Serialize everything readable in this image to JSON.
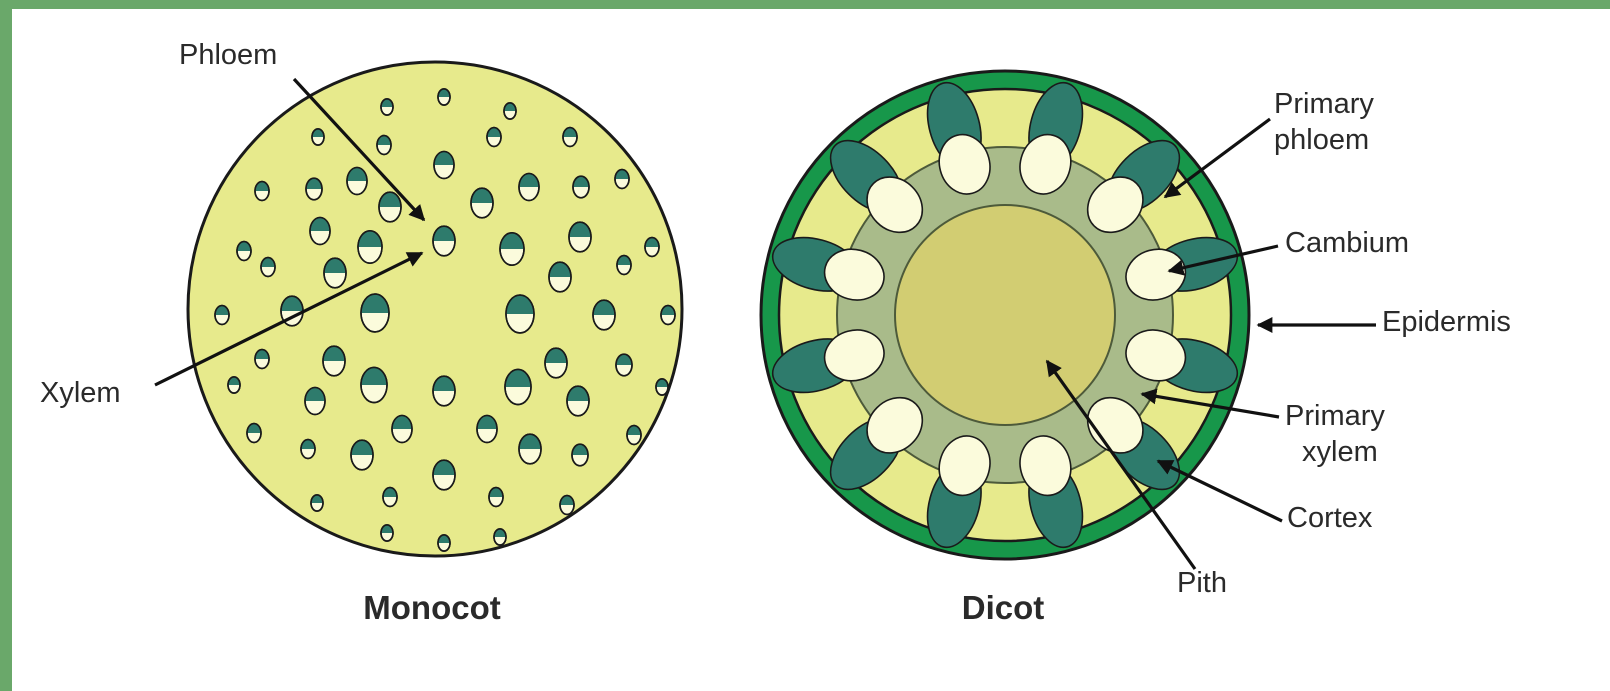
{
  "monocot": {
    "title": "Monocot",
    "labels": {
      "phloem": "Phloem",
      "xylem": "Xylem"
    }
  },
  "dicot": {
    "title": "Dicot",
    "labels": {
      "primary_phloem": [
        "Primary",
        "phloem"
      ],
      "cambium": "Cambium",
      "epidermis": "Epidermis",
      "primary_xylem": [
        "Primary",
        "xylem"
      ],
      "cortex": "Cortex",
      "pith": "Pith"
    }
  },
  "colors": {
    "frame": "#6aa86a",
    "ground_tissue": "#e7ea8c",
    "phloem": "#2e7b6c",
    "xylem": "#fbfbdc",
    "cambium": "#a9bb8a",
    "pith": "#d2cd72",
    "epidermis": "#17974a"
  }
}
